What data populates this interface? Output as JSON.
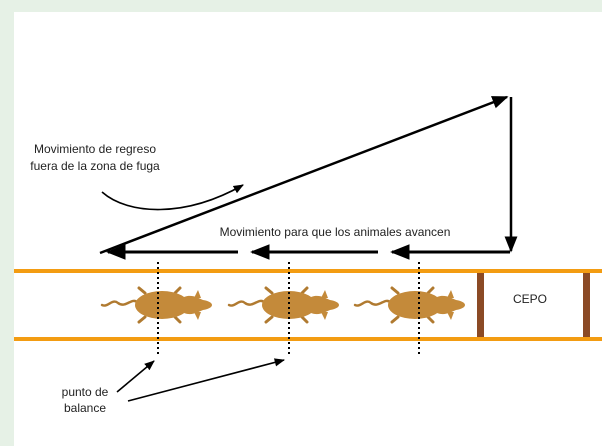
{
  "labels": {
    "return_movement_line1": "Movimiento de regreso",
    "return_movement_line2": "fuera de la zona de fuga",
    "forward_movement": "Movimiento para que los animales avancen",
    "chute": "CEPO",
    "balance_point_line1": "punto de",
    "balance_point_line2": "balance"
  },
  "colors": {
    "page_background": "#e6f1e6",
    "frame_background": "#ffffff",
    "race_rail": "#f39c12",
    "chute_post": "#8b4a25",
    "animal": "#c48a3a",
    "arrow": "#000000"
  },
  "icons": {
    "animal": "cow-topview-icon",
    "arrowhead": "arrowhead-icon"
  },
  "animal_count": 3,
  "balance_point_count": 3
}
